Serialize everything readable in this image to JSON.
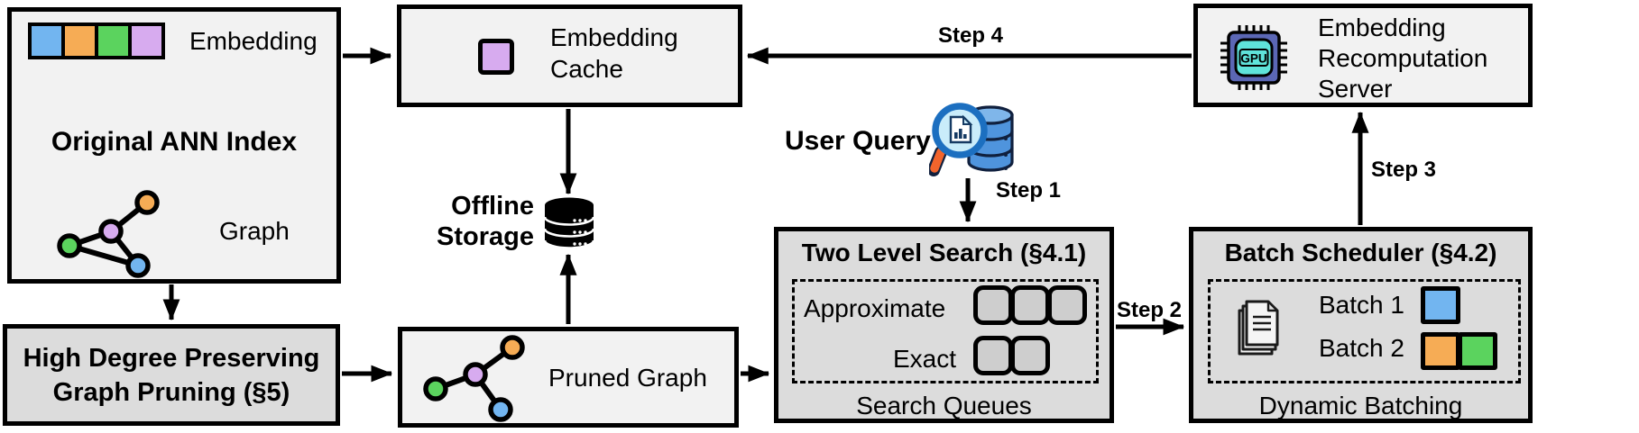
{
  "figure": {
    "description": "System architecture diagram of an embedding-based ANN search system"
  },
  "colors": {
    "box_light": "#f2f2f2",
    "box_gray": "#dcdcdc",
    "border_black": "#000000",
    "node_blue": "#72b5f0",
    "node_orange": "#f6ac55",
    "node_green": "#5bd35e",
    "node_purple": "#d7abef",
    "queue_slot_gray": "#cecece",
    "gpu_chip_blue": "#5b67b5",
    "gpu_core_cyan": "#5fe3da",
    "magnifier_rim_blue": "#1c6fc0",
    "magnifier_lens_blue": "#c9ecfa",
    "magnifier_handle_orange": "#f2642c",
    "query_db_blue": "#4f94dd"
  },
  "ann_index": {
    "embedding_label": "Embedding",
    "title": "Original ANN Index",
    "graph_label": "Graph"
  },
  "embedding_cache": {
    "line1": "Embedding",
    "line2": "Cache"
  },
  "offline_storage": {
    "line1": "Offline",
    "line2": "Storage"
  },
  "user_query": {
    "label": "User Query"
  },
  "steps": {
    "step1": "Step 1",
    "step2": "Step 2",
    "step3": "Step 3",
    "step4": "Step 4"
  },
  "recomputation_server": {
    "line1": "Embedding",
    "line2": "Recomputation",
    "line3": "Server"
  },
  "gpu_icon_label": "GPU",
  "high_degree_pruning": {
    "line1": "High Degree Preserving",
    "line2": "Graph Pruning (§5)"
  },
  "pruned_graph": {
    "label": "Pruned Graph"
  },
  "two_level_search": {
    "title": "Two Level Search (§4.1)",
    "row1_label": "Approximate",
    "row1_slots": 3,
    "row2_label": "Exact",
    "row2_slots": 2,
    "footer": "Search Queues"
  },
  "batch_scheduler": {
    "title": "Batch Scheduler (§4.2)",
    "batch1_label": "Batch 1",
    "batch2_label": "Batch 2",
    "footer": "Dynamic Batching"
  }
}
